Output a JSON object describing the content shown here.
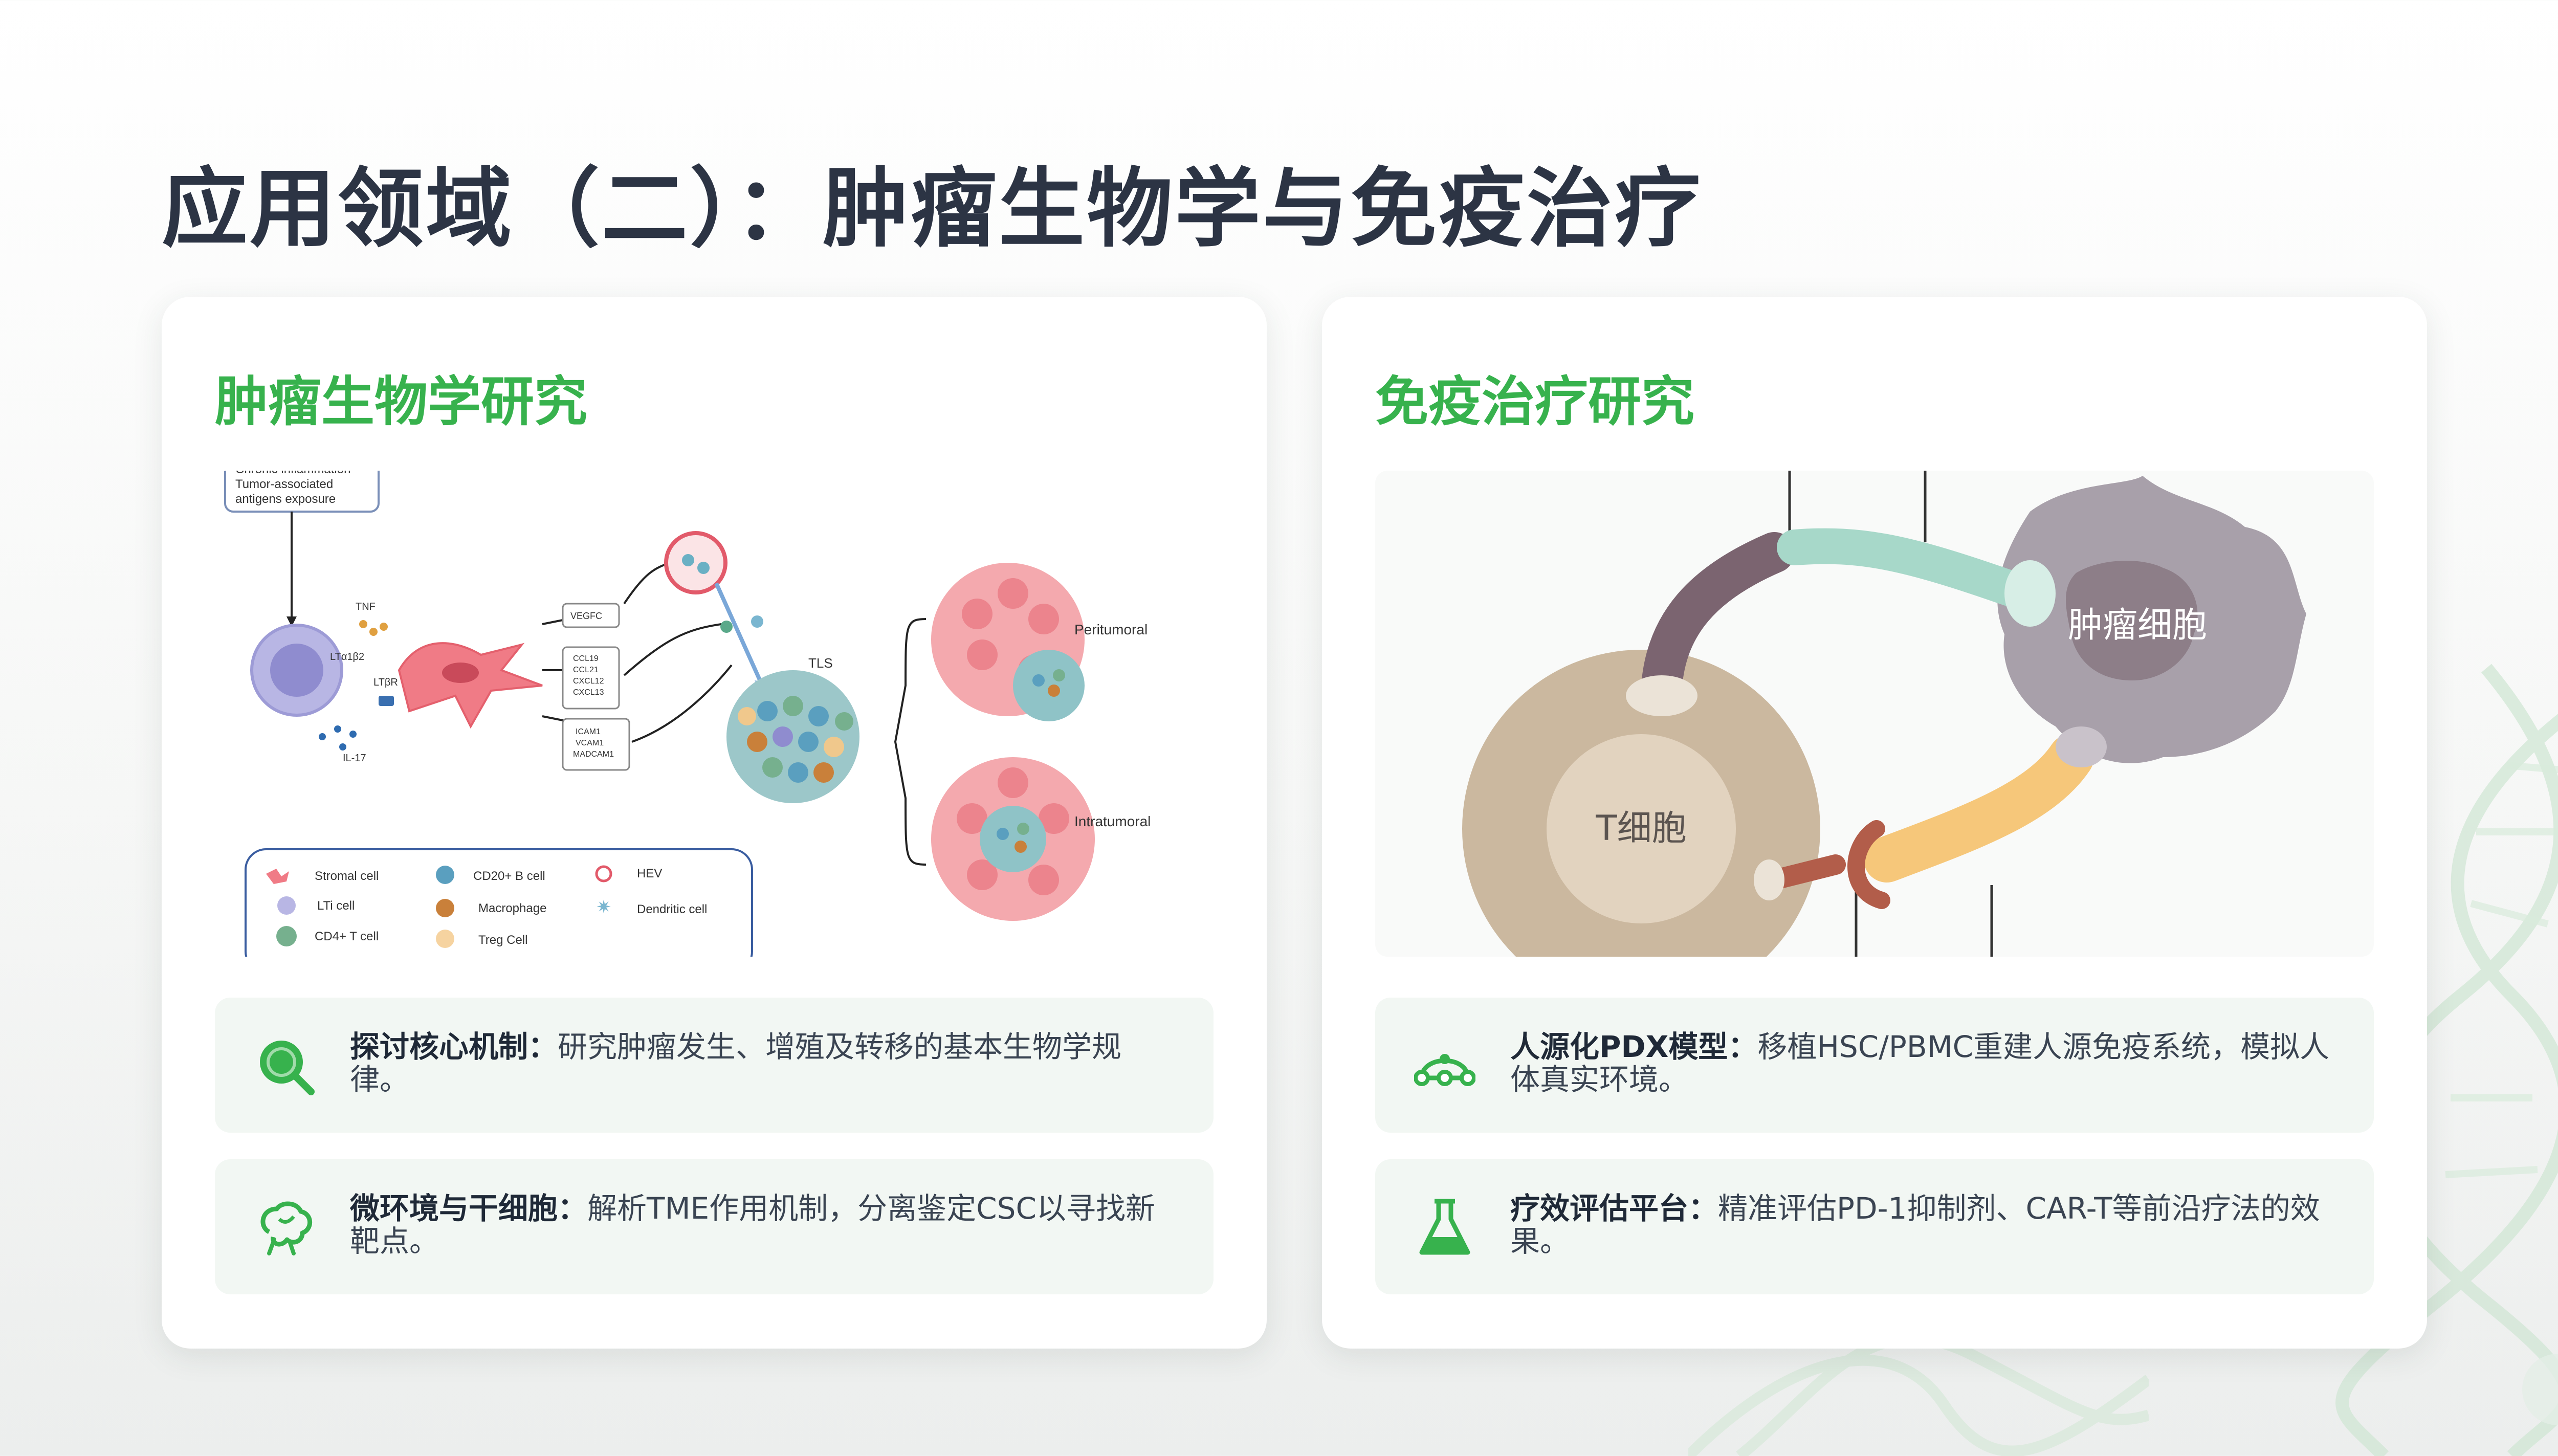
{
  "page": {
    "title": "应用领域（二）：肿瘤生物学与免疫治疗"
  },
  "left_card": {
    "heading": "肿瘤生物学研究",
    "figure": {
      "top_box_lines": [
        "Chronic inflammation",
        "Tumor-associated",
        "antigens exposure"
      ],
      "cytokines": [
        "TNF",
        "LTα1β2",
        "LTβR",
        "IL-17"
      ],
      "box_vegfc": "VEGFC",
      "box_chemokines": [
        "CCL19",
        "CCL21",
        "CXCL12",
        "CXCL13"
      ],
      "box_adhesion": [
        "ICAM1",
        "VCAM1",
        "MADCAM1"
      ],
      "tls_label": "TLS",
      "peritumoral_label": "Peritumoral",
      "intratumoral_label": "Intratumoral",
      "legend": [
        {
          "label": "Stromal cell",
          "icon": "stromal-cell-icon"
        },
        {
          "label": "CD20+ B cell",
          "icon": "b-cell-icon"
        },
        {
          "label": "HEV",
          "icon": "hev-icon"
        },
        {
          "label": "LTi cell",
          "icon": "lti-cell-icon"
        },
        {
          "label": "Macrophage",
          "icon": "macrophage-icon"
        },
        {
          "label": "Dendritic cell",
          "icon": "dendritic-cell-icon"
        },
        {
          "label": "CD4+ T cell",
          "icon": "t-cell-icon"
        },
        {
          "label": "Treg Cell",
          "icon": "treg-cell-icon"
        }
      ]
    },
    "items": [
      {
        "icon": "magnifier-icon",
        "bold": "探讨核心机制：",
        "text": "研究肿瘤发生、增殖及转移的基本生物学规律。"
      },
      {
        "icon": "brain-icon",
        "bold": "微环境与干细胞：",
        "text": "解析TME作用机制，分离鉴定CSC以寻找新靶点。"
      }
    ]
  },
  "right_card": {
    "heading": "免疫治疗研究",
    "figure": {
      "t_cell_label": "T细胞",
      "tumor_cell_label": "肿瘤细胞"
    },
    "items": [
      {
        "icon": "network-icon",
        "bold": "人源化PDX模型：",
        "text": "移植HSC/PBMC重建人源免疫系统，模拟人体真实环境。"
      },
      {
        "icon": "flask-icon",
        "bold": "疗效评估平台：",
        "text": "精准评估PD-1抑制剂、CAR-T等前沿疗法的效果。"
      }
    ]
  },
  "colors": {
    "accent_green": "#37b24d",
    "title_dark": "#2c3444",
    "item_bg": "#f2f7f3"
  }
}
